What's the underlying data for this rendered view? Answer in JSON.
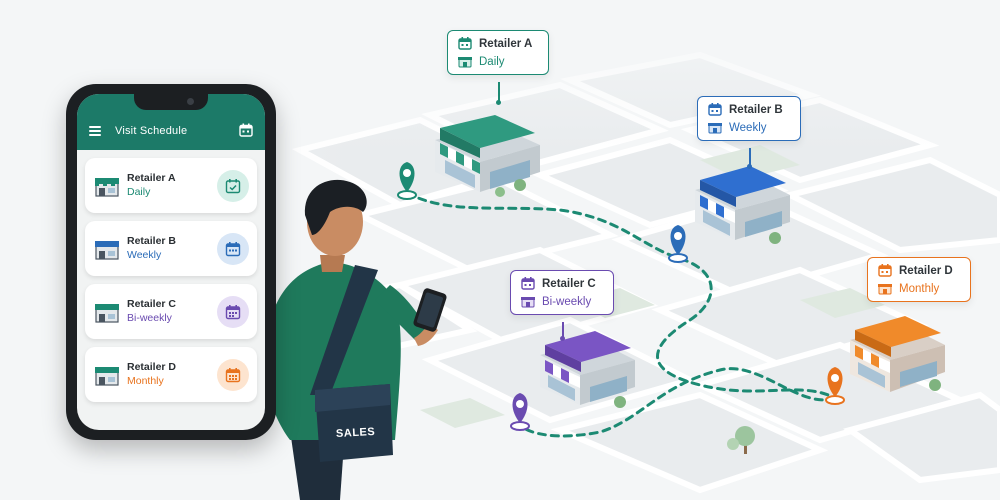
{
  "app": {
    "title": "Visit Schedule",
    "accent": "#1c7a68"
  },
  "schedule": [
    {
      "name": "Retailer A",
      "frequency": "Daily",
      "color": "#1c8a73",
      "badge_bg": "#d6efe8",
      "icon": "calendar-check-icon"
    },
    {
      "name": "Retailer B",
      "frequency": "Weekly",
      "color": "#2b6cb8",
      "badge_bg": "#d8e6f6",
      "icon": "calendar-week-icon"
    },
    {
      "name": "Retailer C",
      "frequency": "Bi-weekly",
      "color": "#6a4bb0",
      "badge_bg": "#e6def5",
      "icon": "calendar-grid-icon"
    },
    {
      "name": "Retailer D",
      "frequency": "Monthly",
      "color": "#e8731e",
      "badge_bg": "#fde4cf",
      "icon": "calendar-month-icon"
    }
  ],
  "map_callouts": [
    {
      "name": "Retailer A",
      "frequency": "Daily",
      "color": "#1c8a73"
    },
    {
      "name": "Retailer B",
      "frequency": "Weekly",
      "color": "#2b6cb8"
    },
    {
      "name": "Retailer C",
      "frequency": "Bi-weekly",
      "color": "#6a4bb0"
    },
    {
      "name": "Retailer D",
      "frequency": "Monthly",
      "color": "#e8731e"
    }
  ],
  "salesperson": {
    "bag_label": "SALES"
  },
  "colors": {
    "route": "#1c8a73",
    "shirt": "#1f7a5c",
    "bag": "#223547",
    "map_road": "#ffffff",
    "map_block": "#e7eaec"
  }
}
